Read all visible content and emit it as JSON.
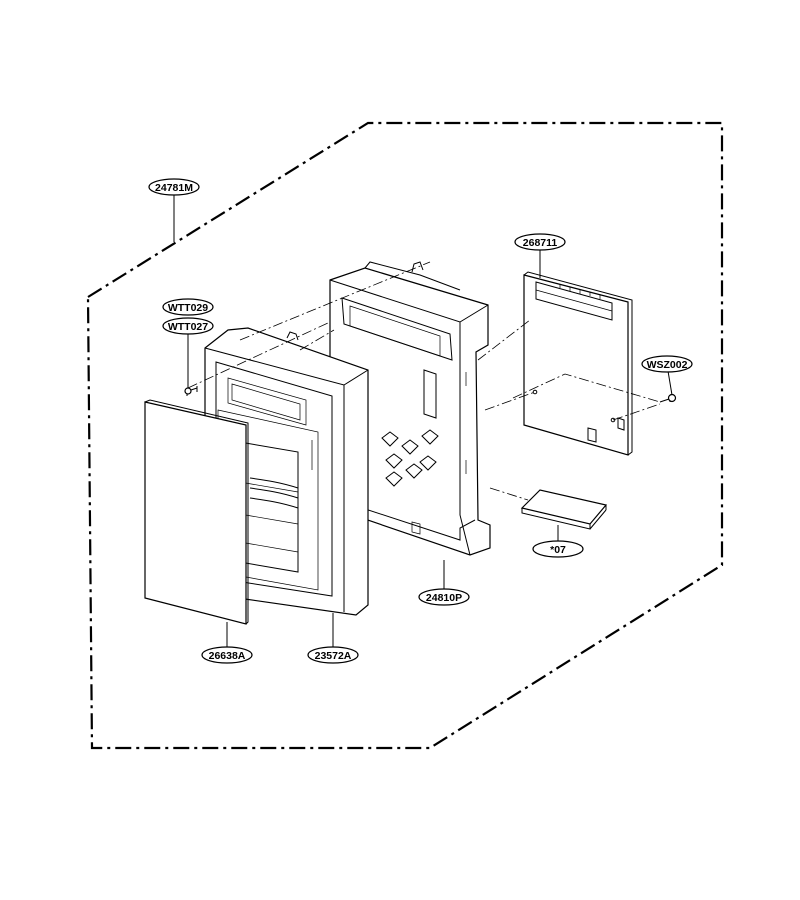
{
  "diagram": {
    "labels": {
      "assembly": "24781M",
      "screw_a": "WTT029",
      "screw_b": "WTT027",
      "pcb": "268711",
      "pcb_screw": "WSZ002",
      "bracket": "24810P",
      "cushion": "*07",
      "film": "26638A",
      "panel": "23572A"
    }
  }
}
